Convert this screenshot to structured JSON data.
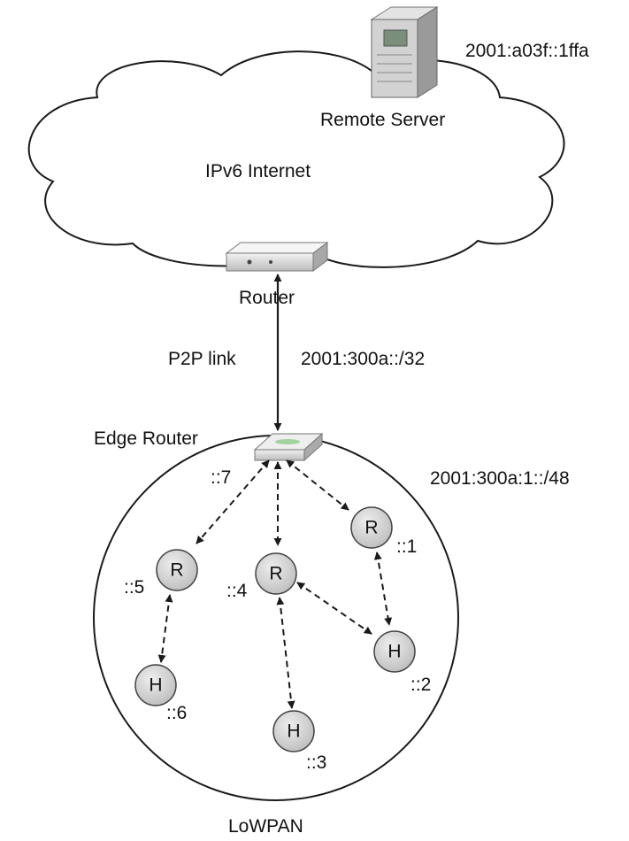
{
  "server": {
    "label": "Remote Server",
    "address": "2001:a03f::1ffa"
  },
  "internet": {
    "label": "IPv6 Internet"
  },
  "router": {
    "label": "Router"
  },
  "link": {
    "label": "P2P link",
    "prefix": "2001:300a::/32"
  },
  "edge_router": {
    "label": "Edge Router",
    "address": "::7",
    "prefix": "2001:300a:1::/48"
  },
  "lowpan": {
    "label": "LoWPAN"
  },
  "nodes": [
    {
      "type": "R",
      "address": "::1"
    },
    {
      "type": "H",
      "address": "::2"
    },
    {
      "type": "H",
      "address": "::3"
    },
    {
      "type": "R",
      "address": "::4"
    },
    {
      "type": "R",
      "address": "::5"
    },
    {
      "type": "H",
      "address": "::6"
    }
  ],
  "colors": {
    "node_fill": "#d4d4d4",
    "line": "#1a1a1a",
    "cloud_fill": "#ffffff"
  }
}
